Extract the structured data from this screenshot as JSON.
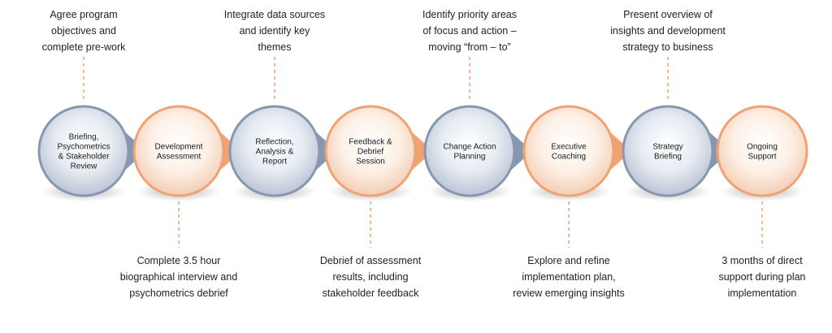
{
  "colors": {
    "blue_light": "#e6ebf2",
    "blue_dark": "#8797b0",
    "orange_light": "#fdf0e6",
    "orange_dark": "#f0a273",
    "connector": "#f0a273",
    "text": "#222222"
  },
  "stages": [
    {
      "label_lines": [
        "Briefing,",
        "Psychometrics",
        "& Stakeholder",
        "Review"
      ],
      "theme": "blue"
    },
    {
      "label_lines": [
        "Development",
        "Assessment"
      ],
      "theme": "orange"
    },
    {
      "label_lines": [
        "Reflection,",
        "Analysis &",
        "Report"
      ],
      "theme": "blue"
    },
    {
      "label_lines": [
        "Feedback &",
        "Debrief",
        "Session"
      ],
      "theme": "orange"
    },
    {
      "label_lines": [
        "Change Action",
        "Planning"
      ],
      "theme": "blue"
    },
    {
      "label_lines": [
        "Executive",
        "Coaching"
      ],
      "theme": "orange"
    },
    {
      "label_lines": [
        "Strategy",
        "Briefing"
      ],
      "theme": "blue"
    },
    {
      "label_lines": [
        "Ongoing",
        "Support"
      ],
      "theme": "orange"
    }
  ],
  "annotations": [
    {
      "stage": 0,
      "position": "top",
      "lines": [
        "Agree program",
        "objectives and",
        "complete pre-work"
      ]
    },
    {
      "stage": 2,
      "position": "top",
      "lines": [
        "Integrate data sources",
        "and identify key",
        "themes"
      ]
    },
    {
      "stage": 4,
      "position": "top",
      "lines": [
        "Identify priority areas",
        "of focus and action –",
        "moving “from – to”"
      ]
    },
    {
      "stage": 6,
      "position": "top",
      "lines": [
        "Present overview of",
        "insights and development",
        "strategy to business"
      ]
    },
    {
      "stage": 1,
      "position": "bottom",
      "lines": [
        "Complete 3.5 hour",
        "biographical interview and",
        "psychometrics debrief"
      ]
    },
    {
      "stage": 3,
      "position": "bottom",
      "lines": [
        "Debrief of assessment",
        "results, including",
        "stakeholder feedback"
      ]
    },
    {
      "stage": 5,
      "position": "bottom",
      "lines": [
        "Explore and refine",
        "implementation plan,",
        "review emerging insights"
      ]
    },
    {
      "stage": 7,
      "position": "bottom",
      "lines": [
        "3 months of direct",
        "support during plan",
        "implementation"
      ]
    }
  ]
}
